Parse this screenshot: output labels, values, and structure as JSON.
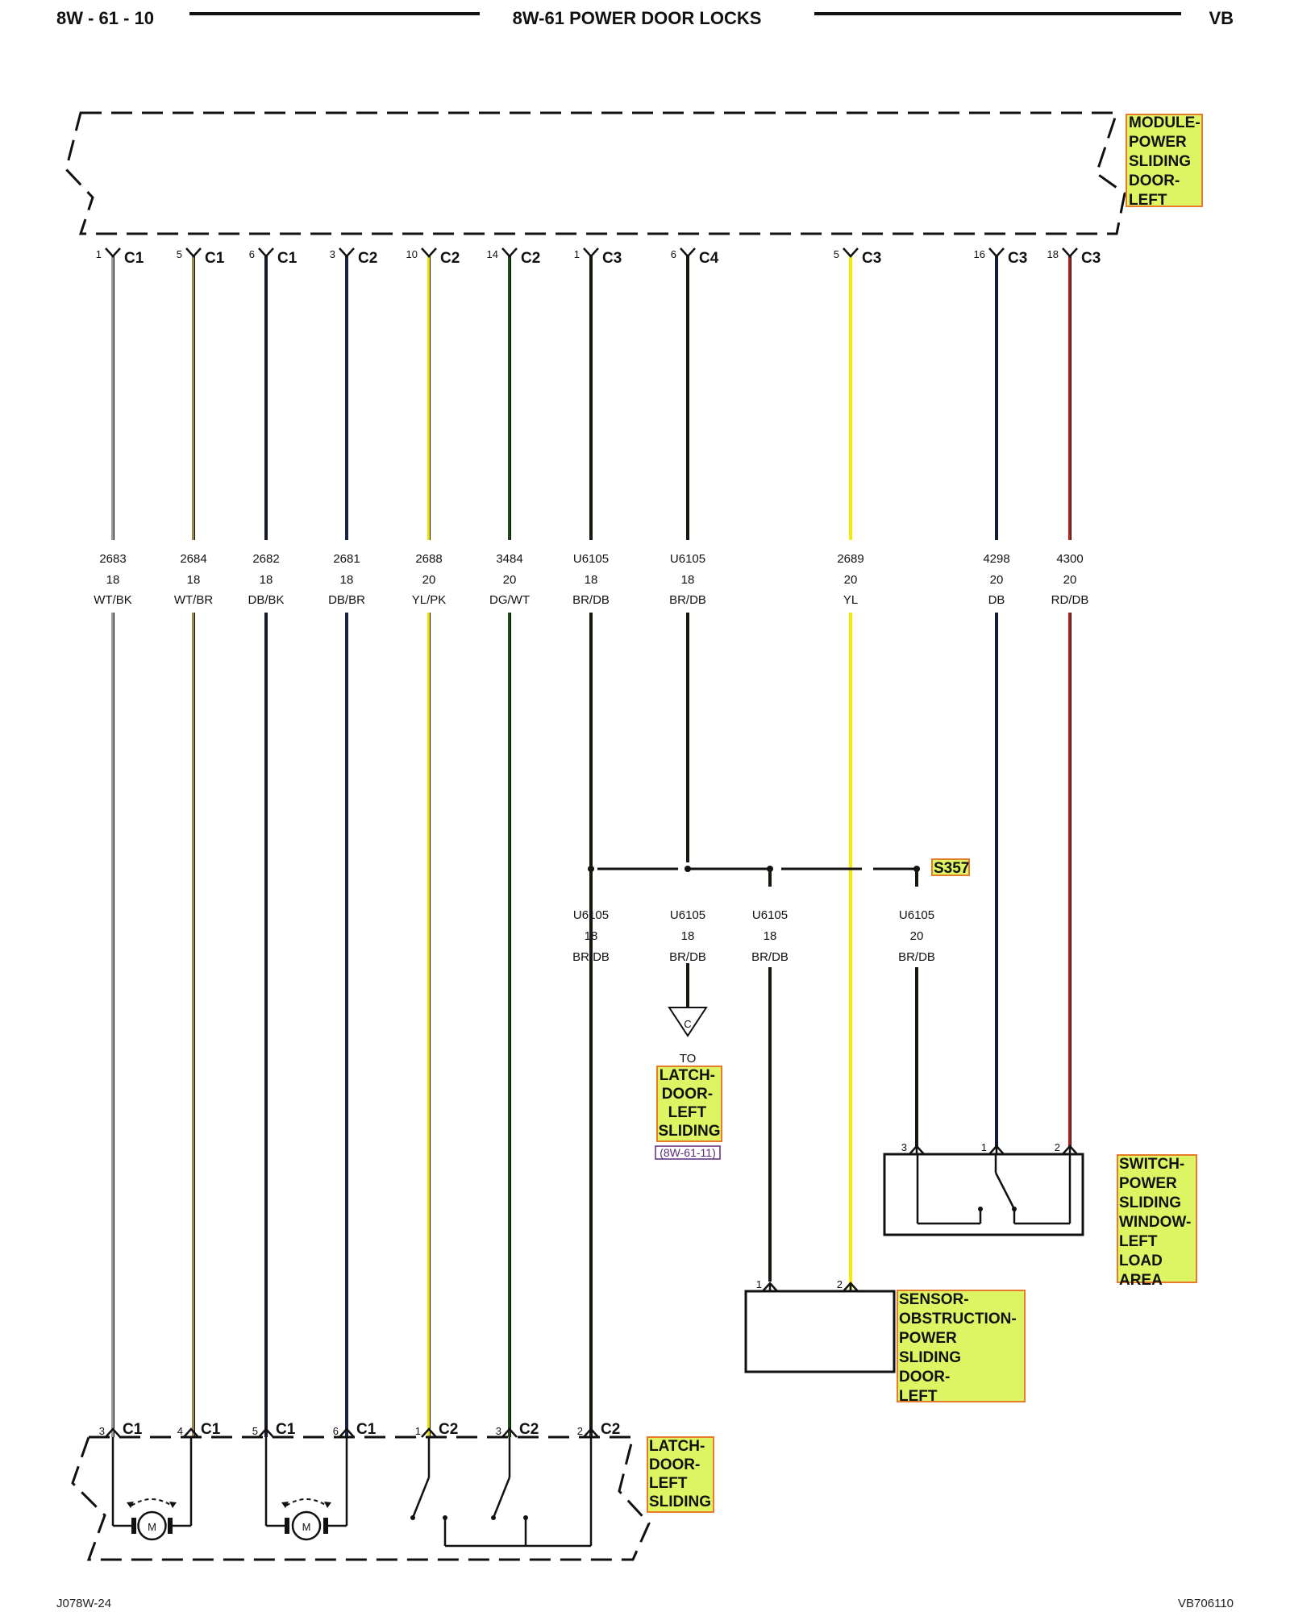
{
  "header": {
    "page": "8W - 61 - 10",
    "title": "8W-61 POWER DOOR LOCKS",
    "code": "VB"
  },
  "footer": {
    "left": "J078W-24",
    "right": "VB706110"
  },
  "colors": {
    "label_bg": "#ddf562",
    "label_border": "#e87b2a",
    "WT/BK": "#9a9a9a",
    "WT/BR": "#9c8650",
    "DB/BK": "#151a2a",
    "DB/BR": "#1b2340",
    "YL/PK": "#f3e100",
    "DG/WT": "#1f4a18",
    "BR/DB": "#1a1610",
    "YL": "#f5ea00",
    "DB": "#141c36",
    "RD/DB": "#b3231b"
  },
  "components": {
    "module": [
      "MODULE-",
      "POWER",
      "SLIDING",
      "DOOR-",
      "LEFT"
    ],
    "latch": [
      "LATCH-",
      "DOOR-",
      "LEFT",
      "SLIDING"
    ],
    "latch_to": {
      "to": "TO",
      "lines": [
        "LATCH-",
        "DOOR-",
        "LEFT",
        "SLIDING"
      ],
      "ref": "(8W-61-11)",
      "connector": "C"
    },
    "switch": [
      "SWITCH-",
      "POWER",
      "SLIDING",
      "WINDOW-",
      "LEFT",
      "LOAD",
      "AREA"
    ],
    "sensor": [
      "SENSOR-",
      "OBSTRUCTION-",
      "POWER",
      "SLIDING",
      "DOOR-",
      "LEFT"
    ],
    "splice": "S357"
  },
  "wires": [
    {
      "circuit": "2683",
      "gauge": "18",
      "color": "WT/BK",
      "top_pin": "1",
      "top_conn": "C1",
      "bottom_pin": "3",
      "bottom_conn": "C1"
    },
    {
      "circuit": "2684",
      "gauge": "18",
      "color": "WT/BR",
      "top_pin": "5",
      "top_conn": "C1",
      "bottom_pin": "4",
      "bottom_conn": "C1"
    },
    {
      "circuit": "2682",
      "gauge": "18",
      "color": "DB/BK",
      "top_pin": "6",
      "top_conn": "C1",
      "bottom_pin": "5",
      "bottom_conn": "C1"
    },
    {
      "circuit": "2681",
      "gauge": "18",
      "color": "DB/BR",
      "top_pin": "3",
      "top_conn": "C2",
      "bottom_pin": "6",
      "bottom_conn": "C1"
    },
    {
      "circuit": "2688",
      "gauge": "20",
      "color": "YL/PK",
      "top_pin": "10",
      "top_conn": "C2",
      "bottom_pin": "1",
      "bottom_conn": "C2"
    },
    {
      "circuit": "3484",
      "gauge": "20",
      "color": "DG/WT",
      "top_pin": "14",
      "top_conn": "C2",
      "bottom_pin": "3",
      "bottom_conn": "C2"
    },
    {
      "circuit": "U6105",
      "gauge": "18",
      "color": "BR/DB",
      "top_pin": "1",
      "top_conn": "C3",
      "bottom_pin": "2",
      "bottom_conn": "C2"
    },
    {
      "circuit": "U6105",
      "gauge": "18",
      "color": "BR/DB",
      "top_pin": "6",
      "top_conn": "C4",
      "bottom_pin": "",
      "bottom_conn": ""
    },
    {
      "circuit": "2689",
      "gauge": "20",
      "color": "YL",
      "top_pin": "5",
      "top_conn": "C3",
      "bottom_pin": "2",
      "bottom_conn": ""
    },
    {
      "circuit": "4298",
      "gauge": "20",
      "color": "DB",
      "top_pin": "16",
      "top_conn": "C3",
      "bottom_pin": "1",
      "bottom_conn": ""
    },
    {
      "circuit": "4300",
      "gauge": "20",
      "color": "RD/DB",
      "top_pin": "18",
      "top_conn": "C3",
      "bottom_pin": "2",
      "bottom_conn": ""
    }
  ],
  "splice_branches": [
    {
      "circuit": "U6105",
      "gauge": "18",
      "color": "BR/DB"
    },
    {
      "circuit": "U6105",
      "gauge": "18",
      "color": "BR/DB"
    },
    {
      "circuit": "U6105",
      "gauge": "18",
      "color": "BR/DB"
    },
    {
      "circuit": "U6105",
      "gauge": "20",
      "color": "BR/DB"
    }
  ],
  "switch_pins": [
    "3",
    "1",
    "2"
  ],
  "sensor_pins": [
    "1",
    "2"
  ],
  "motor_symbol": "M"
}
